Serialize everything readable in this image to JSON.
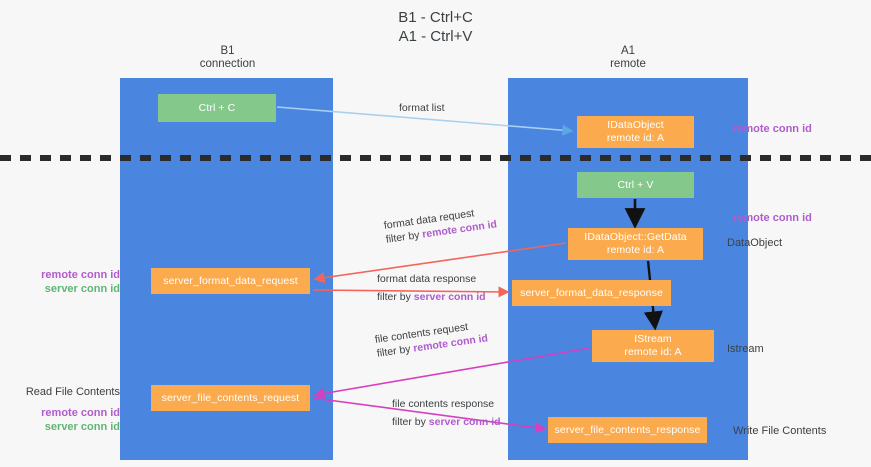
{
  "title": {
    "line1": "B1 - Ctrl+C",
    "line2": "A1 - Ctrl+V"
  },
  "lanes": [
    {
      "id": "b1",
      "line1": "B1",
      "line2": "connection",
      "color": "#4a86e0"
    },
    {
      "id": "a1",
      "line1": "A1",
      "line2": "remote",
      "color": "#4a86e0"
    }
  ],
  "boxes": {
    "ctrl_c": {
      "label": "Ctrl + C",
      "sub": "",
      "color": "#84c98b"
    },
    "idataobject": {
      "label": "IDataObject",
      "sub": "remote id: A",
      "color": "#fbab4e"
    },
    "ctrl_v": {
      "label": "Ctrl + V",
      "sub": "",
      "color": "#84c98b"
    },
    "getdata": {
      "label": "IDataObject::GetData",
      "sub": "remote id: A",
      "color": "#fbab4e"
    },
    "sfd_request": {
      "label": "server_format_data_request",
      "sub": "",
      "color": "#fbab4e"
    },
    "sfd_response": {
      "label": "server_format_data_response",
      "sub": "",
      "color": "#fbab4e"
    },
    "istream": {
      "label": "IStream",
      "sub": "remote id: A",
      "color": "#fbab4e"
    },
    "sfc_request": {
      "label": "server_file_contents_request",
      "sub": "",
      "color": "#fbab4e"
    },
    "sfc_response": {
      "label": "server_file_contents_response",
      "sub": "",
      "color": "#fbab4e"
    }
  },
  "connector_labels": {
    "format_list": "format list",
    "format_data_request": {
      "line1": "format data request",
      "filter_prefix": "filter by ",
      "filter_key": "remote conn id"
    },
    "format_data_response": {
      "line1": "format data response",
      "filter_prefix": "filter by ",
      "filter_key": "server conn id"
    },
    "file_contents_request": {
      "line1": "file contents request",
      "filter_prefix": "filter by ",
      "filter_key": "remote conn id"
    },
    "file_contents_response": {
      "line1": "file contents response",
      "filter_prefix": "filter by ",
      "filter_key": "server conn id"
    }
  },
  "annotations": {
    "right_remote_conn_id_top": "remote conn id",
    "right_remote_conn_id_mid": "remote conn id",
    "right_dataobject": "DataObject",
    "right_istream": "Istream",
    "right_write_file_contents": "Write File Contents",
    "left_remote_conn_id": "remote conn id",
    "left_server_conn_id": "server conn id",
    "left_read_file_contents": "Read File Contents",
    "left_remote_conn_id_2": "remote conn id",
    "left_server_conn_id_2": "server conn id"
  },
  "colors": {
    "lane": "#4a86e0",
    "green_box": "#84c98b",
    "orange_box": "#fbab4e",
    "purple_text": "#b05ccc",
    "green_text": "#5fb573",
    "arrow_blue": "#a8d0ef",
    "arrow_red": "#f4645a",
    "arrow_magenta": "#d63fc0",
    "arrow_black": "#000000",
    "divider": "#2b2b2b",
    "background": "#f7f7f7"
  }
}
